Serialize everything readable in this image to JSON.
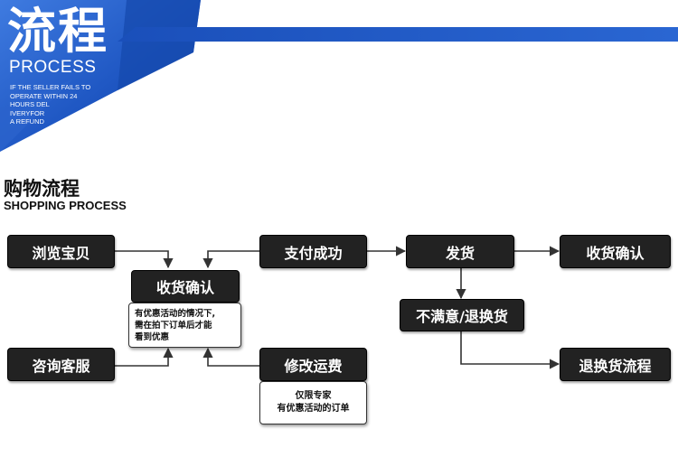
{
  "banner": {
    "title": "流程",
    "subtitle": "PROCESS",
    "small_lines": [
      "IF THE SELLER FAILS TO",
      "OPERATE WITHIN 24",
      "HOURS DEL",
      "IVERYFOR",
      "A REFUND"
    ],
    "colors": {
      "primary": "#1f57c3",
      "dark": "#0f3a94",
      "light": "#4f86e0"
    }
  },
  "section": {
    "title": "购物流程",
    "subtitle": "SHOPPING PROCESS"
  },
  "flow": {
    "browse": "浏览宝贝",
    "confirm_receipt_mid": "收货确认",
    "promo_note": [
      "有优惠活动的情况下,",
      "需在拍下订单后才能",
      "看到优惠"
    ],
    "consult": "咨询客服",
    "pay_success": "支付成功",
    "modify_shipping": "修改运费",
    "exclusive_note": [
      "仅限专家",
      "有优惠活动的订单"
    ],
    "ship": "发货",
    "confirm_receipt_end": "收货确认",
    "unsatisfied": "不满意/退换货",
    "return_process": "退换货流程"
  },
  "colors": {
    "box_bg": "#222222",
    "box_text": "#ffffff",
    "arrow": "#333333"
  }
}
